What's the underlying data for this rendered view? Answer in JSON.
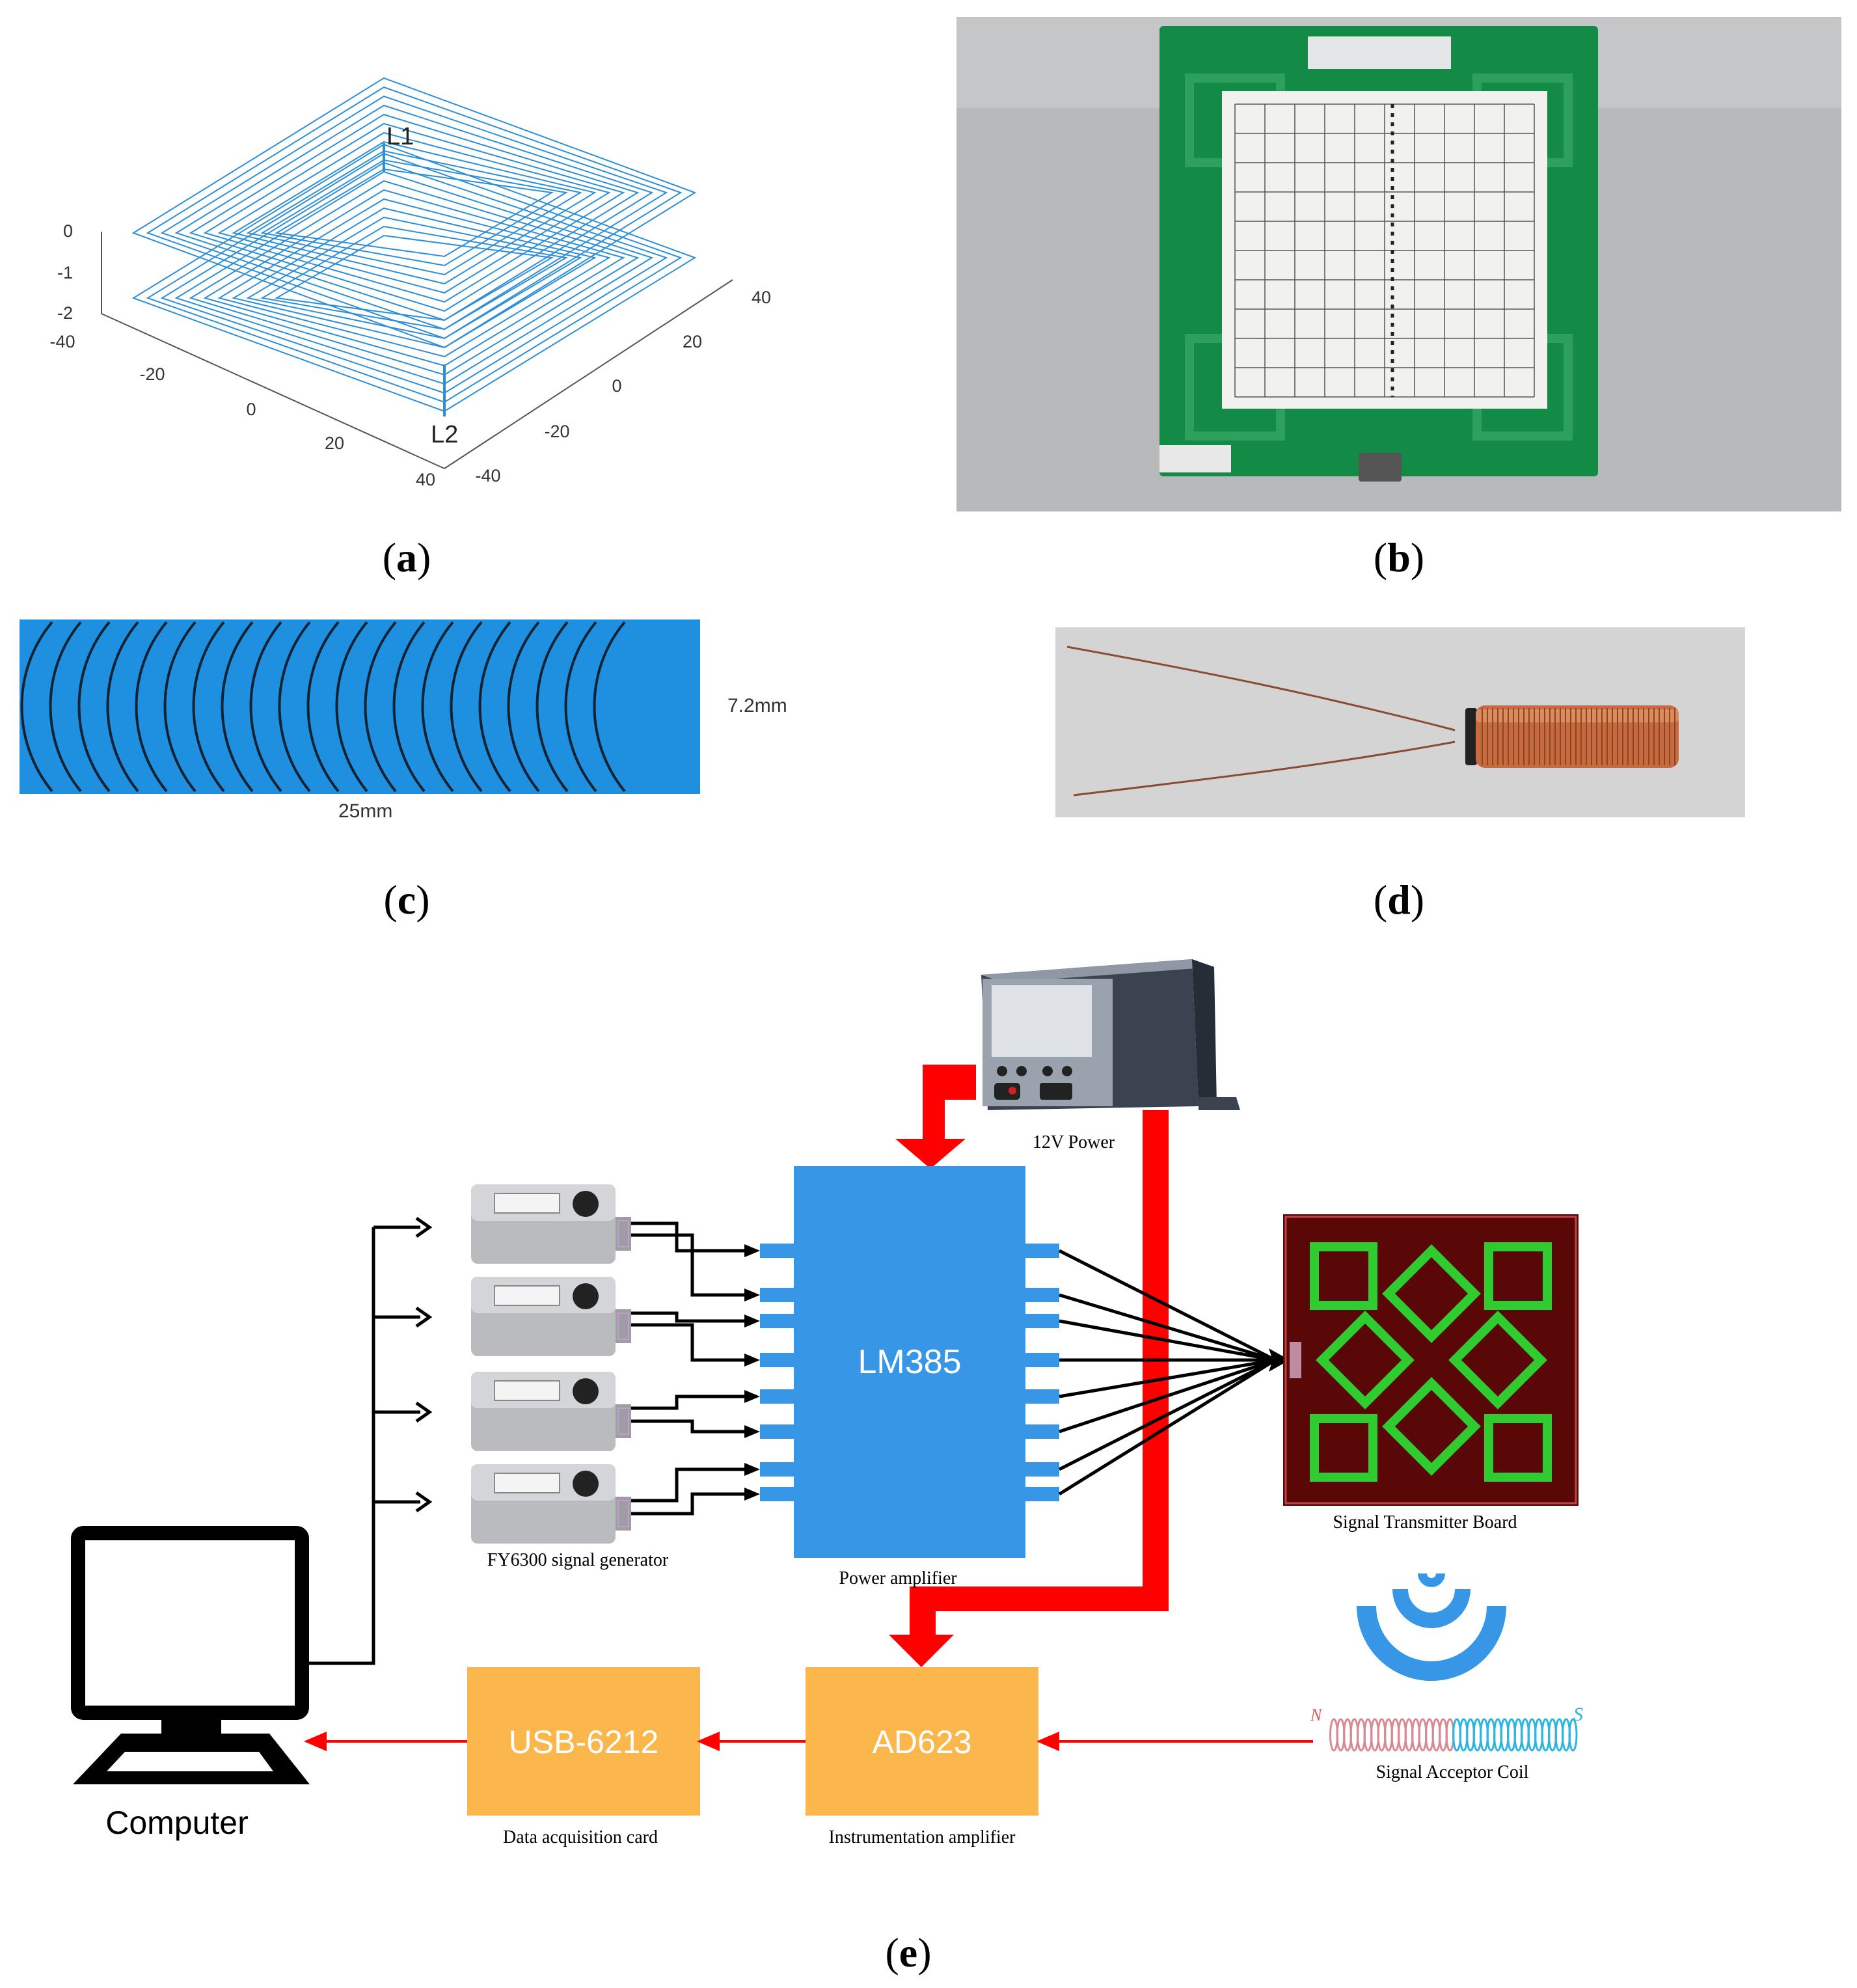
{
  "captions": {
    "a": {
      "open": "(",
      "letter": "a",
      "close": ")"
    },
    "b": {
      "open": "(",
      "letter": "b",
      "close": ")"
    },
    "c": {
      "open": "(",
      "letter": "c",
      "close": ")"
    },
    "d": {
      "open": "(",
      "letter": "d",
      "close": ")"
    },
    "e": {
      "open": "(",
      "letter": "e",
      "close": ")"
    }
  },
  "panel_a": {
    "coil_labels": {
      "top": "L1",
      "bottom": "L2"
    },
    "z_ticks": [
      "0",
      "-1",
      "-2"
    ],
    "x_ticks": [
      "-40",
      "-20",
      "0",
      "20",
      "40"
    ],
    "y_ticks": [
      "-40",
      "-20",
      "0",
      "20",
      "40"
    ],
    "coil_color": "#2e8fd6"
  },
  "panel_c": {
    "height_label": "7.2mm",
    "length_label": "25mm",
    "fill_color": "#1f8fe0"
  },
  "panel_e": {
    "power_supply_label": "12V Power",
    "signal_generator_label": "FY6300 signal generator",
    "power_amp_chip": "LM385",
    "power_amp_label": "Power amplifier",
    "transmitter_label": "Signal Transmitter Board",
    "acceptor_label": "Signal Acceptor Coil",
    "pole_n": "N",
    "pole_s": "S",
    "instr_amp_chip": "AD623",
    "instr_amp_label": "Instrumentation amplifier",
    "daq_chip": "USB-6212",
    "daq_label": "Data acquisition card",
    "computer_label": "Computer",
    "colors": {
      "amplifier_blue": "#3797e6",
      "orange_box": "#fbb74b",
      "power_red": "#ff0000",
      "board_bg": "#5a0707",
      "board_coil": "#2fcc2f"
    }
  }
}
